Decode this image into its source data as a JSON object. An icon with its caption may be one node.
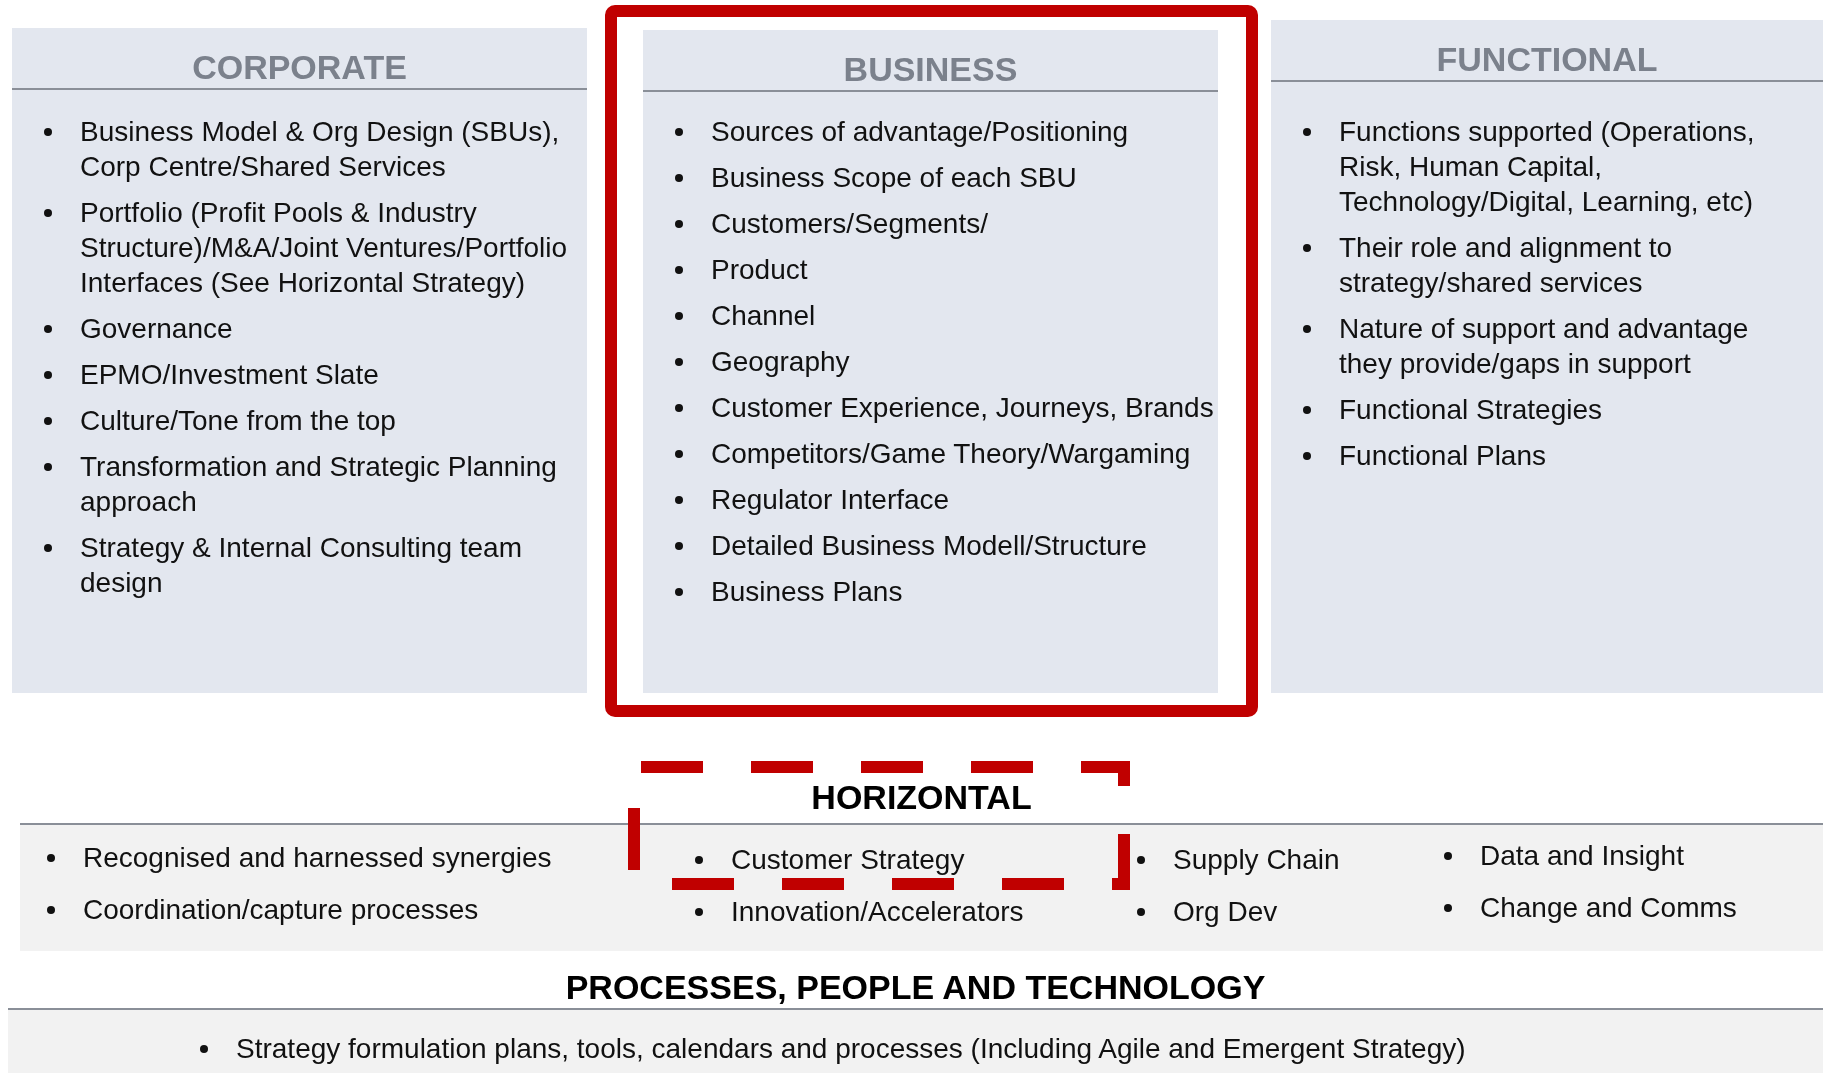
{
  "diagram": {
    "nodes": [
      {
        "text": [
          "CORPORATE",
          "Business Model & Org Design (SBUs), Corp Centre/Shared Services",
          "Portfolio (Profit Pools & Industry Structure)/M&A/Joint Ventures/Portfolio Interfaces (See Horizontal Strategy)",
          "Governance",
          "EPMO/Investment Slate",
          "Culture/Tone from the top",
          "Transformation and Strategic Planning approach",
          "Strategy & Internal Consulting team design"
        ]
      },
      {
        "text": [
          "BUSINESS",
          "Sources of advantage/Positioning",
          "Business Scope of each SBU",
          "Customers/Segments/",
          "Product",
          "Channel",
          "Geography",
          "Customer Experience, Journeys, Brands",
          "Competitors/Game Theory/Wargaming",
          "Regulator Interface",
          "Detailed Business Modell/Structure",
          "Business Plans"
        ]
      },
      {
        "text": [
          "FUNCTIONAL",
          "Functions supported (Operations, Risk, Human Capital, Technology/Digital, Learning, etc)",
          "Their role and alignment to strategy/shared services",
          "Nature of support and advantage they provide/gaps in support",
          "Functional Strategies",
          "Functional Plans"
        ]
      },
      {
        "text": [
          "HORIZONTAL",
          "Recognised and harnessed synergies",
          "Coordination/capture processes",
          "Customer Strategy",
          "Innovation/Accelerators",
          "Supply Chain",
          "Org Dev",
          "Data and Insight",
          "Change and Comms"
        ]
      },
      {
        "text": [
          "PROCESSES, PEOPLE AND TECHNOLOGY",
          "Strategy formulation plans, tools, calendars and processes (Including Agile and Emergent Strategy)"
        ]
      }
    ]
  }
}
